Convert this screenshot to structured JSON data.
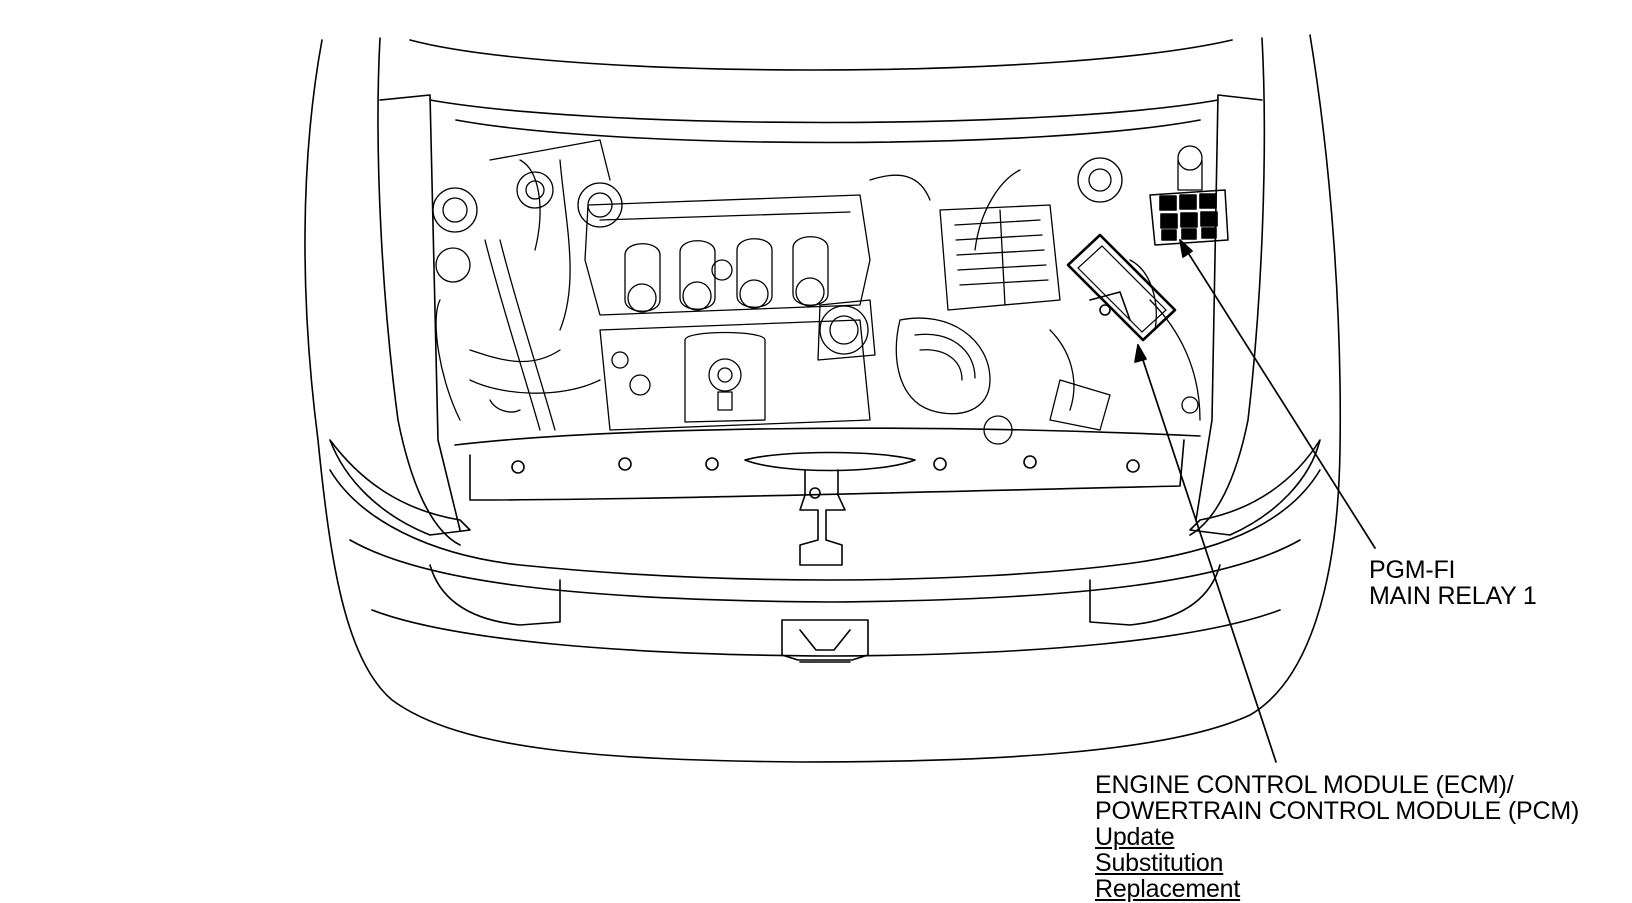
{
  "diagram": {
    "callouts": {
      "pgm_fi_relay": {
        "line1": "PGM-FI",
        "line2": "MAIN RELAY 1"
      },
      "ecm_pcm": {
        "line1": "ENGINE CONTROL MODULE (ECM)/",
        "line2": "POWERTRAIN CONTROL MODULE (PCM)",
        "links": [
          "Update",
          "Substitution",
          "Replacement"
        ]
      }
    }
  }
}
